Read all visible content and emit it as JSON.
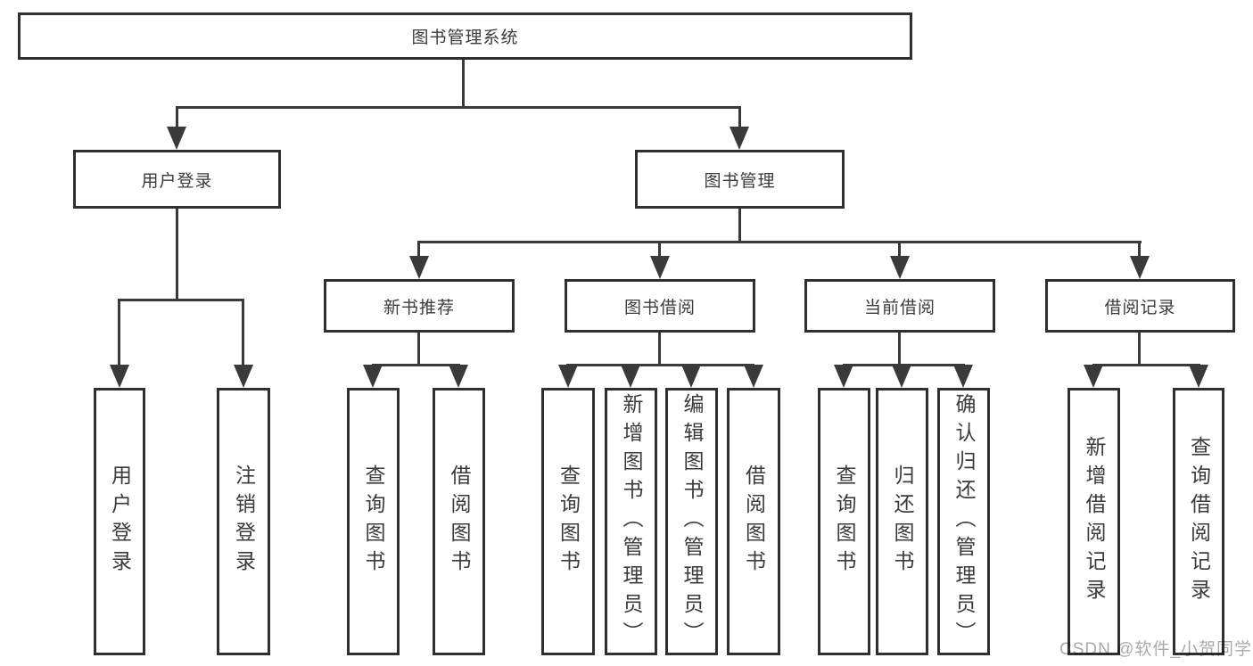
{
  "tree": {
    "root": {
      "label": "图书管理系统"
    },
    "branches": [
      {
        "label": "用户登录",
        "children": [
          "用户登录",
          "注销登录"
        ]
      },
      {
        "label": "图书管理",
        "children": [
          {
            "label": "新书推荐",
            "children": [
              "查询图书",
              "借阅图书"
            ]
          },
          {
            "label": "图书借阅",
            "children": [
              "查询图书",
              "新增图书（管理员）",
              "编辑图书（管理员）",
              "借阅图书"
            ]
          },
          {
            "label": "当前借阅",
            "children": [
              "查询图书",
              "归还图书",
              "确认归还（管理员）"
            ]
          },
          {
            "label": "借阅记录",
            "children": [
              "新增借阅记录",
              "查询借阅记录"
            ]
          }
        ]
      }
    ]
  },
  "watermark": "CSDN @软件_小贺同学",
  "colors": {
    "line": "#3a3a3a",
    "border": "#2f2f2f",
    "text": "#3b3b3e",
    "watermark": "#9a9a9a",
    "background": "#ffffff"
  }
}
